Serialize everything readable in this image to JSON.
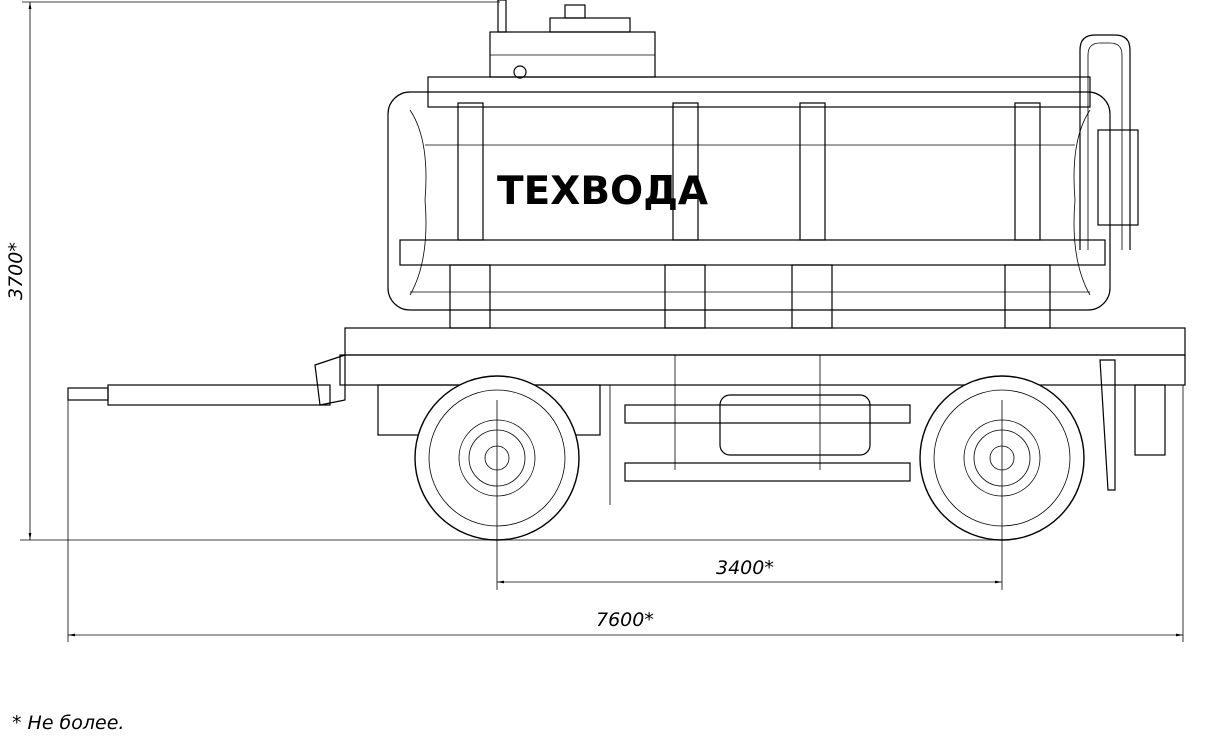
{
  "tank_label": "ТЕХВОДА",
  "dimensions": {
    "height": "3700*",
    "wheelbase": "3400*",
    "length": "7600*"
  },
  "footnote": "* Не более."
}
